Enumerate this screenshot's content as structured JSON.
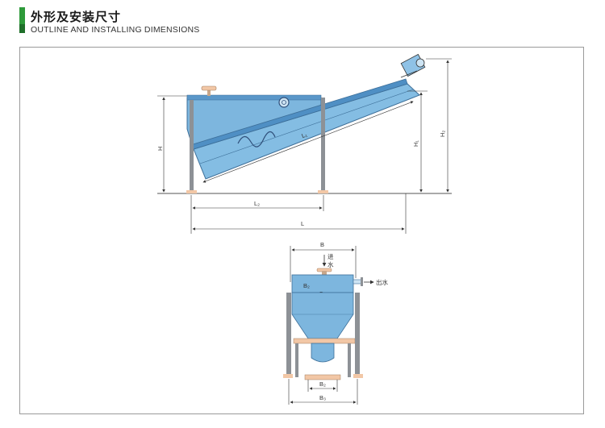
{
  "header": {
    "title_zh": "外形及安装尺寸",
    "title_en": "OUTLINE AND INSTALLING DIMENSIONS"
  },
  "side_view": {
    "labels": {
      "H": "H",
      "H1": "H₁",
      "H2": "H₂",
      "L": "L",
      "L1": "L₁",
      "L2": "L₂"
    }
  },
  "front_view": {
    "labels": {
      "B": "B",
      "B1": "B₁",
      "B2_top": "B₂",
      "B2_bottom": "B₂",
      "B3": "B₃",
      "inlet_1": "进",
      "inlet_2": "水",
      "outlet": "出水"
    }
  },
  "colors": {
    "accent": "#2e9a3a",
    "body_fill": "#7db6de",
    "body_dark": "#4f8fc4",
    "leg": "#8d9196",
    "pad": "#f2c7a6",
    "line": "#333333"
  }
}
